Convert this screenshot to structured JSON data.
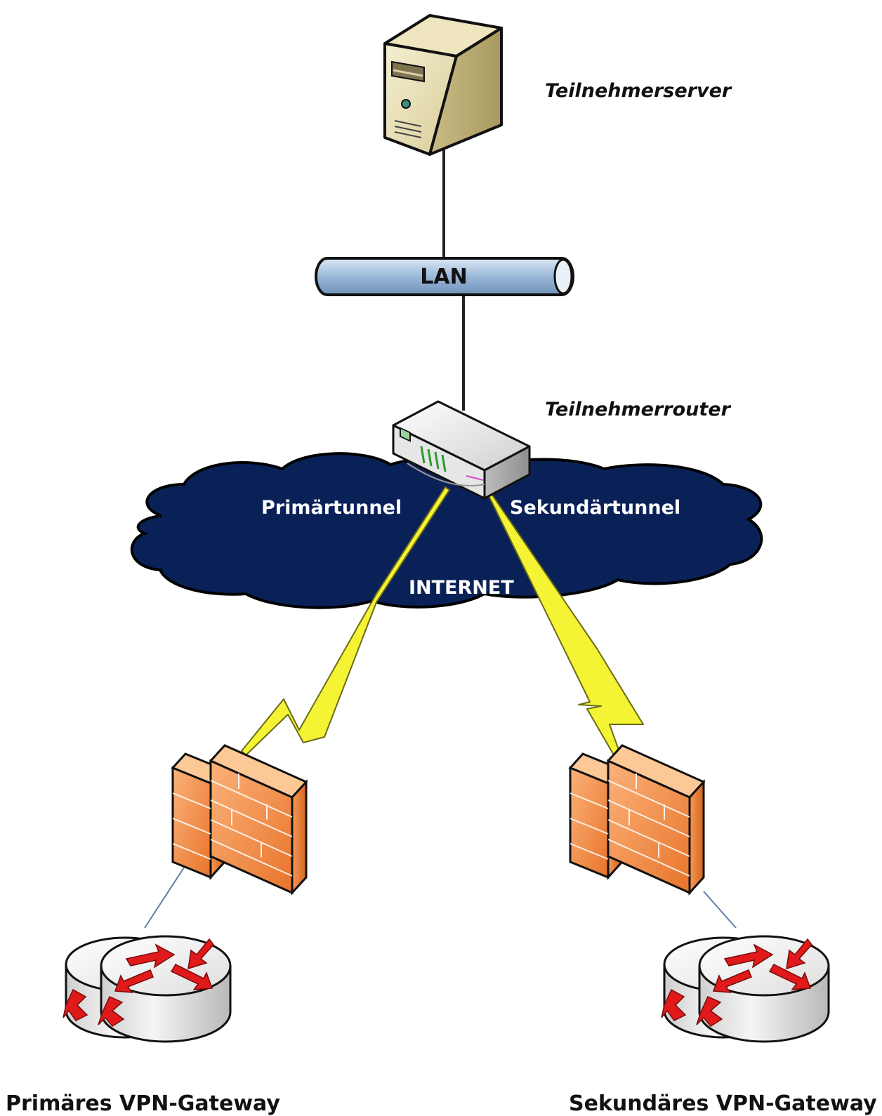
{
  "diagram": {
    "labels": {
      "server": "Teilnehmerserver",
      "lan": "LAN",
      "router": "Teilnehmerrouter",
      "primary_tunnel": "Primärtunnel",
      "secondary_tunnel": "Sekundärtunnel",
      "internet": "INTERNET",
      "primary_gateway": "Primäres VPN-Gateway",
      "secondary_gateway": "Sekundäres VPN-Gateway"
    },
    "colors": {
      "cloud": "#0a2158",
      "lightning": "#f4f434",
      "firewall": "#f08a3a",
      "router_arrows": "#e01a1a",
      "server_case": "#e8dfb8",
      "lan_pipe": "#9ab8d8"
    },
    "icons": [
      "server-icon",
      "lan-pipe-icon",
      "router-icon",
      "cloud-icon",
      "lightning-icon",
      "firewall-icon",
      "vpn-router-icon"
    ]
  }
}
